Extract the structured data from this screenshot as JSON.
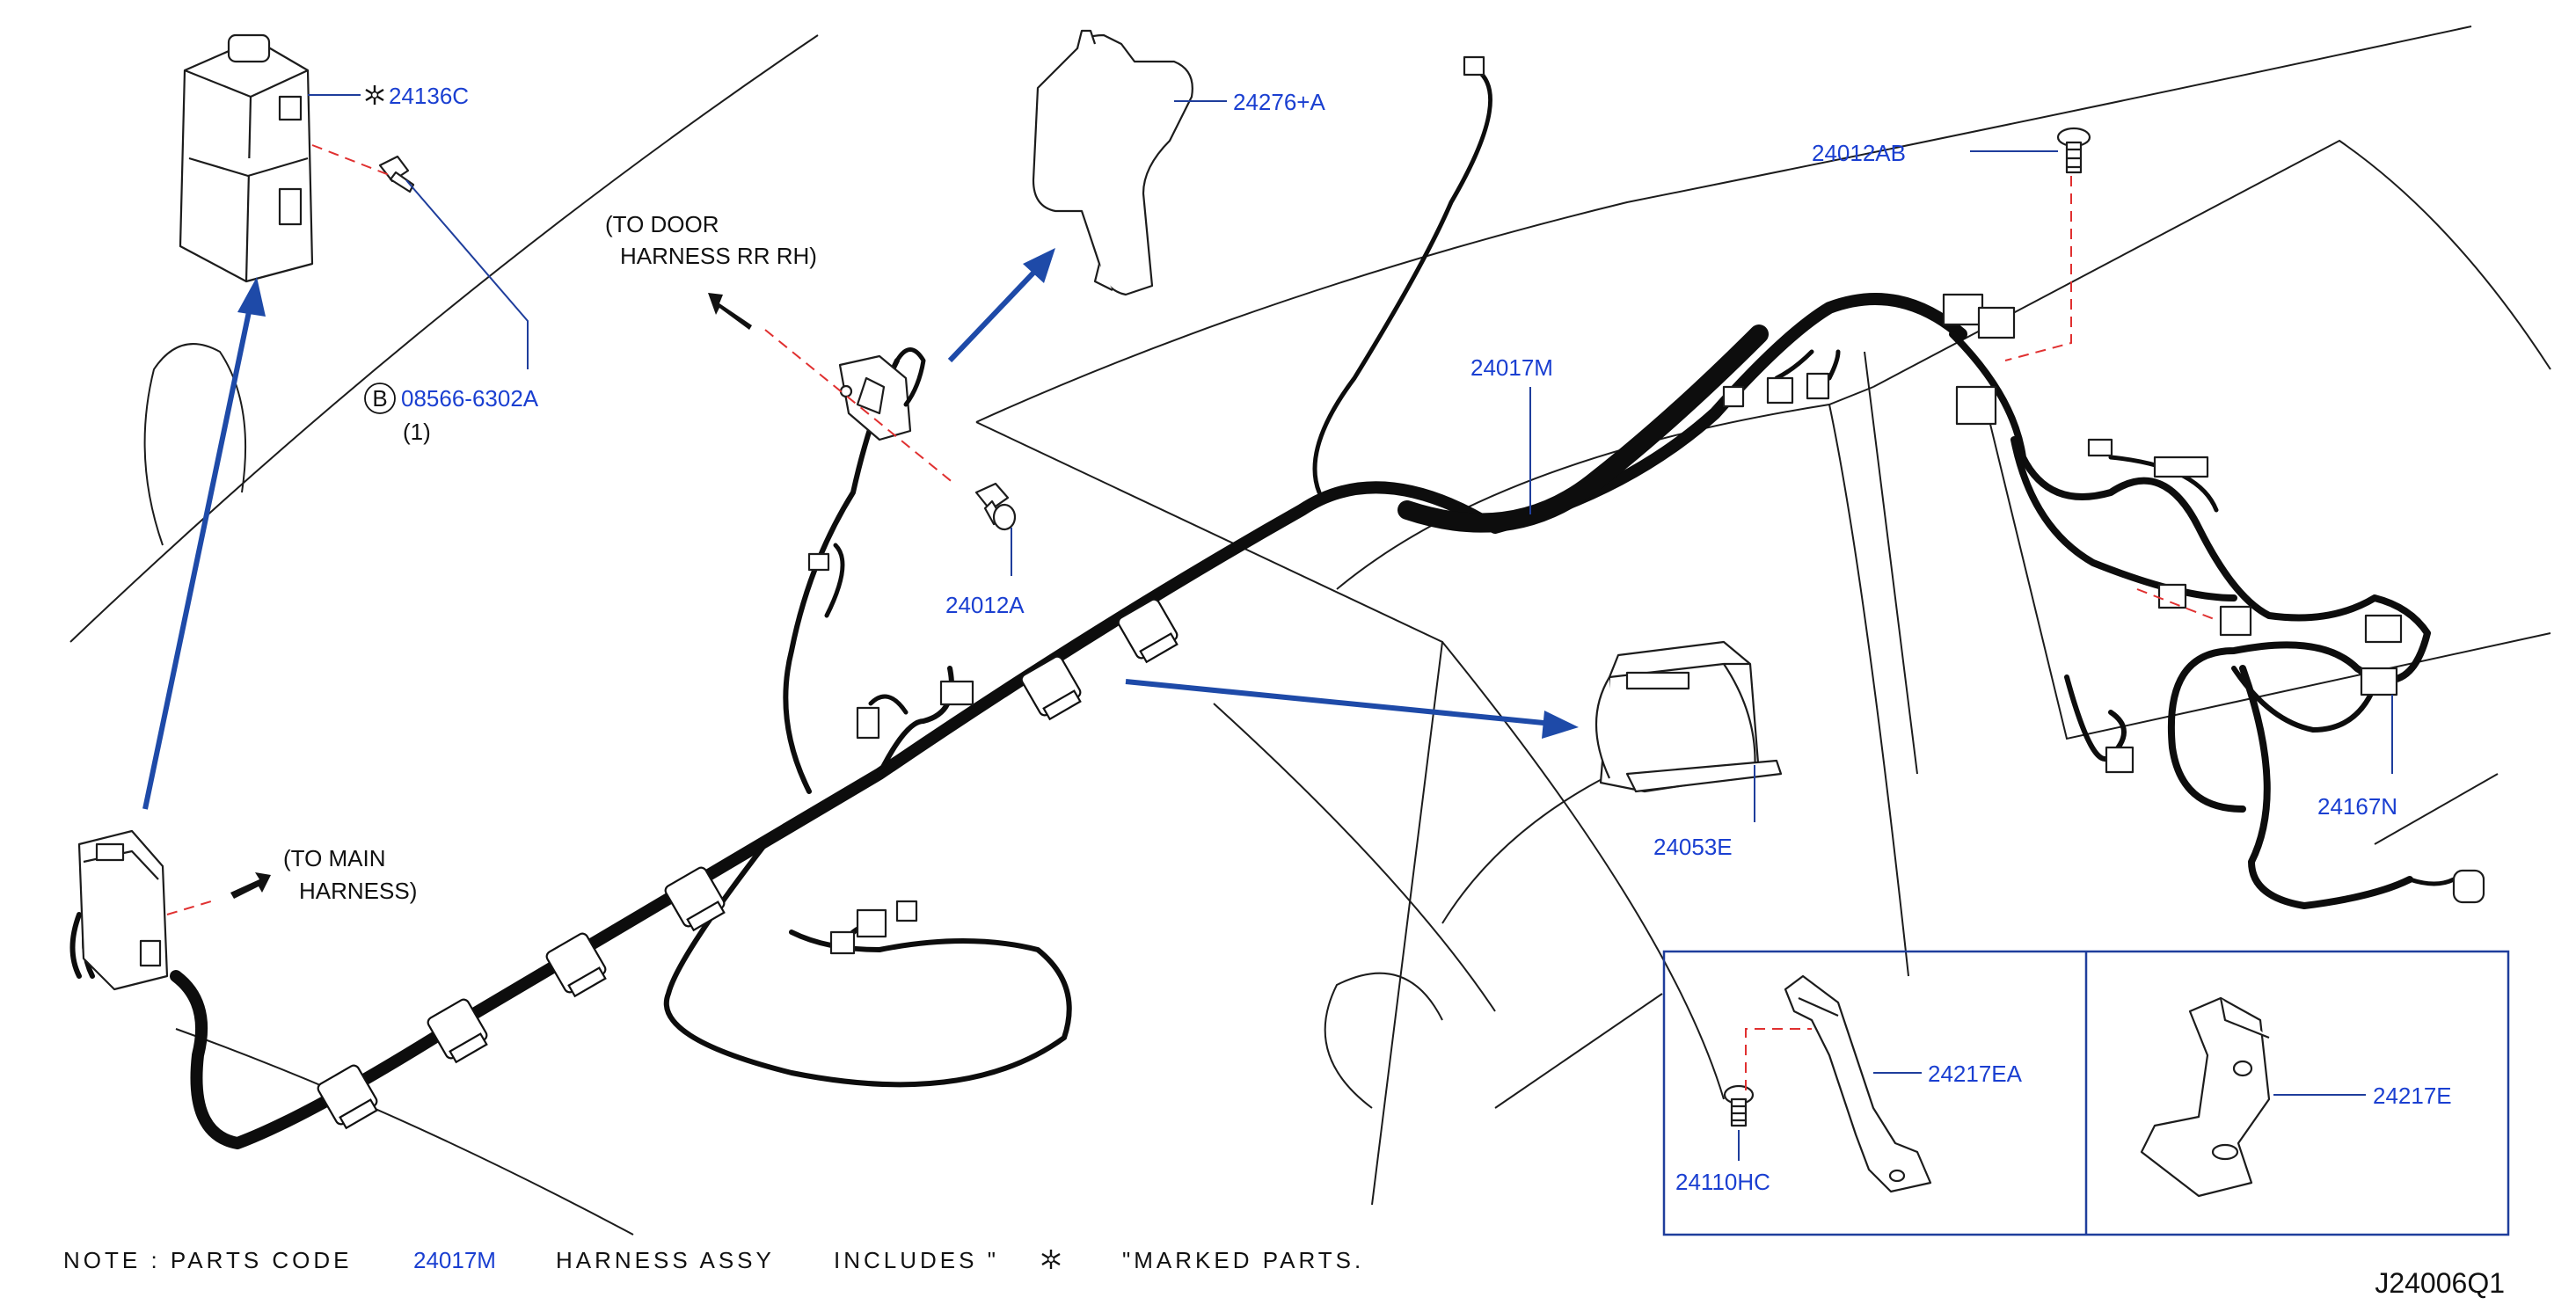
{
  "labels": {
    "p24136C": "24136C",
    "p08566": "08566-6302A",
    "p08566_qty": "(1)",
    "p08566_badge": "B",
    "p24276A": "24276+A",
    "door_line1": "(TO   DOOR",
    "door_line2": "HARNESS   RR   RH)",
    "p24012A": "24012A",
    "p24017M": "24017M",
    "p24012AB": "24012AB",
    "p24053E": "24053E",
    "p24167N": "24167N",
    "main_line1": "(TO   MAIN",
    "main_line2": "HARNESS)",
    "p24217EA": "24217EA",
    "p24110HC": "24110HC",
    "p24217E": "24217E"
  },
  "note": {
    "prefix": "NOTE  :  PARTS   CODE",
    "code": "24017M",
    "middle": "HARNESS   ASSY",
    "includes": "INCLUDES  \"",
    "suffix": "\"MARKED   PARTS."
  },
  "diagram_code": "J24006Q1",
  "colors": {
    "label_blue": "#1a3fd1",
    "leader_blue": "#1f3e9c",
    "arrow_blue": "#1e4aa8",
    "dash_red": "#e03030",
    "ink": "#111111"
  },
  "icons": {
    "included_mark": "snowflake-mark-icon",
    "circle_badge": "circled-letter-icon"
  }
}
